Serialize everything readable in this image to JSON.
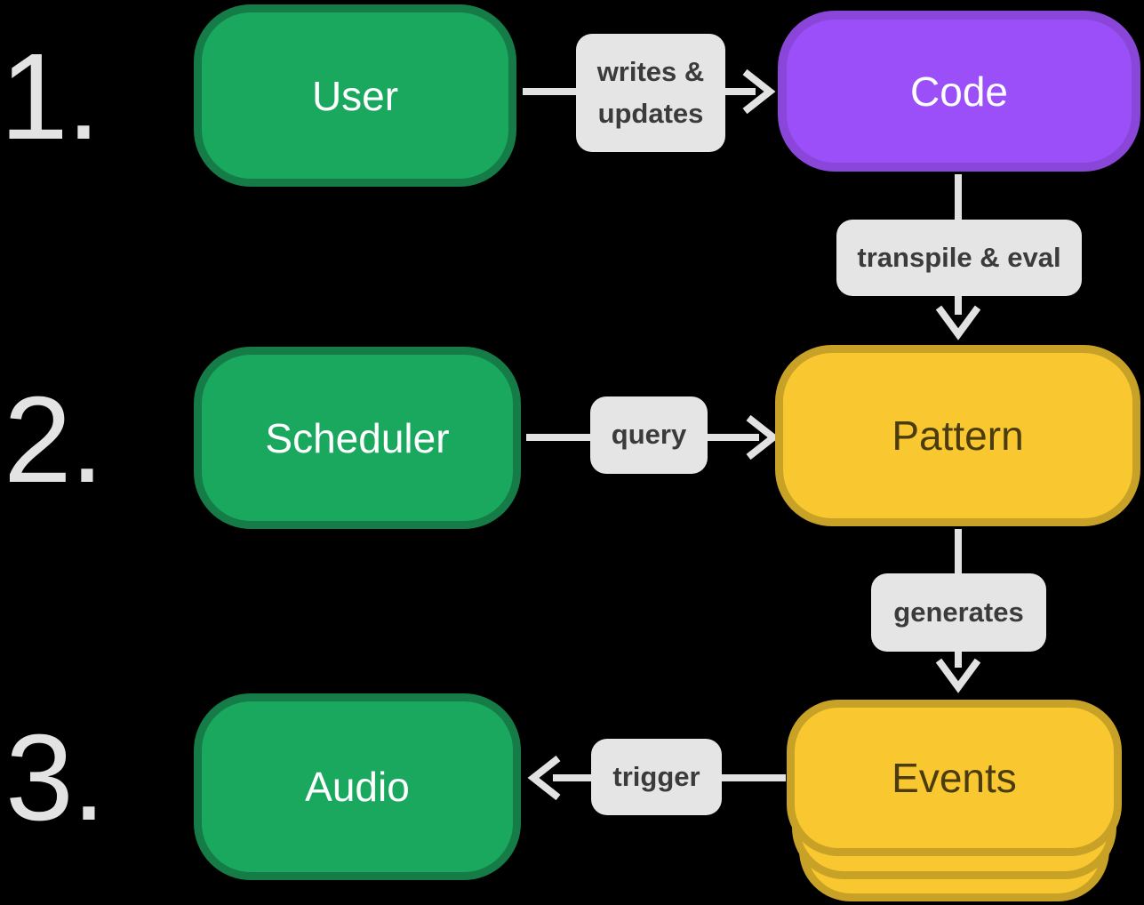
{
  "steps": {
    "one": "1.",
    "two": "2.",
    "three": "3."
  },
  "nodes": {
    "user": {
      "label": "User"
    },
    "code": {
      "label": "Code"
    },
    "scheduler": {
      "label": "Scheduler"
    },
    "pattern": {
      "label": "Pattern"
    },
    "audio": {
      "label": "Audio"
    },
    "events": {
      "label": "Events"
    }
  },
  "edges": {
    "writes_updates": {
      "label": "writes & updates",
      "from": "user",
      "to": "code"
    },
    "transpile_eval": {
      "label": "transpile & eval",
      "from": "code",
      "to": "pattern"
    },
    "query": {
      "label": "query",
      "from": "scheduler",
      "to": "pattern"
    },
    "generates": {
      "label": "generates",
      "from": "pattern",
      "to": "events"
    },
    "trigger": {
      "label": "trigger",
      "from": "events",
      "to": "audio"
    }
  },
  "palette": {
    "background": "#000000",
    "step_number_color": "#e3e3e3",
    "arrow_color": "#e2e2e2",
    "edge_label_bg": "#e5e5e5",
    "edge_label_text": "#3b3b3b",
    "green_fill": "#19a85e",
    "green_border": "#157c47",
    "green_text": "#ffffff",
    "purple_fill": "#9b4ff9",
    "purple_border": "#8a46d9",
    "purple_text": "#ffffff",
    "yellow_fill": "#f9c72f",
    "yellow_border": "#c8a226",
    "yellow_text": "#4a3c0e"
  }
}
